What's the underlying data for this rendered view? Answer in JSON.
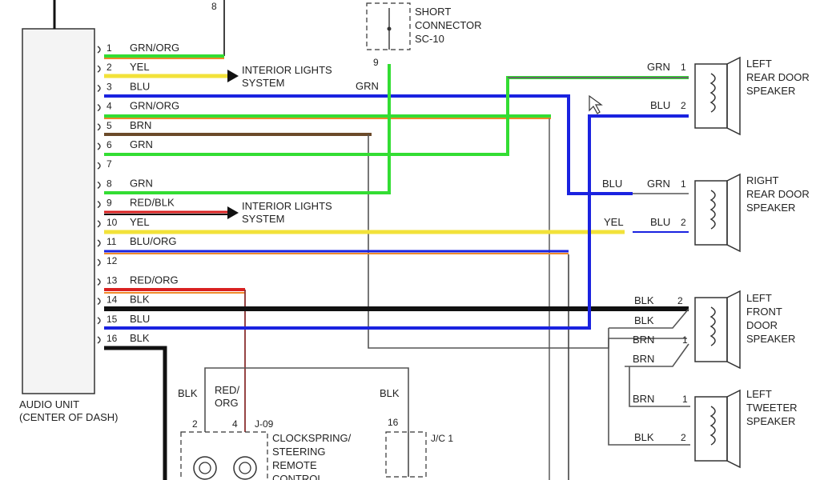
{
  "audio_unit": {
    "line1": "AUDIO UNIT",
    "line2": "(CENTER OF DASH)"
  },
  "pins": [
    {
      "num": "1",
      "label": "GRN/ORG"
    },
    {
      "num": "2",
      "label": "YEL"
    },
    {
      "num": "3",
      "label": "BLU"
    },
    {
      "num": "4",
      "label": "GRN/ORG"
    },
    {
      "num": "5",
      "label": "BRN"
    },
    {
      "num": "6",
      "label": "GRN"
    },
    {
      "num": "7",
      "label": ""
    },
    {
      "num": "8",
      "label": "GRN"
    },
    {
      "num": "9",
      "label": "RED/BLK"
    },
    {
      "num": "10",
      "label": "YEL"
    },
    {
      "num": "11",
      "label": "BLU/ORG"
    },
    {
      "num": "12",
      "label": ""
    },
    {
      "num": "13",
      "label": "RED/ORG"
    },
    {
      "num": "14",
      "label": "BLK"
    },
    {
      "num": "15",
      "label": "BLU"
    },
    {
      "num": "16",
      "label": "BLK"
    }
  ],
  "interior_lights_1": {
    "line1": "INTERIOR LIGHTS",
    "line2": "SYSTEM"
  },
  "interior_lights_2": {
    "line1": "INTERIOR LIGHTS",
    "line2": "SYSTEM"
  },
  "short_connector": {
    "line1": "SHORT",
    "line2": "CONNECTOR",
    "line3": "SC-10",
    "pin_bottom": "9",
    "pin_top_left": "8"
  },
  "grn_tag": "GRN",
  "speakers": {
    "left_rear": {
      "line1": "LEFT",
      "line2": "REAR DOOR",
      "line3": "SPEAKER",
      "wire1": "GRN",
      "pin1": "1",
      "wire2": "BLU",
      "pin2": "2"
    },
    "right_rear": {
      "line1": "RIGHT",
      "line2": "REAR DOOR",
      "line3": "SPEAKER",
      "wire1": "GRN",
      "pin1": "1",
      "wire2": "BLU",
      "pin2": "2",
      "tag_blu": "BLU",
      "tag_yel": "YEL"
    },
    "left_front": {
      "line1": "LEFT",
      "line2": "FRONT",
      "line3": "DOOR",
      "line4": "SPEAKER",
      "wire1": "BLK",
      "wire2": "BLK",
      "wire3": "BRN",
      "wire4": "BRN",
      "pin_top": "2",
      "pin_bottom": "1"
    },
    "left_tweeter": {
      "line1": "LEFT",
      "line2": "TWEETER",
      "line3": "SPEAKER",
      "wire1": "BRN",
      "pin1": "1",
      "wire2": "BLK",
      "pin2": "2"
    }
  },
  "bottom": {
    "blk_left": "BLK",
    "red_org_1": "RED/",
    "red_org_2": "ORG",
    "blk_right": "BLK",
    "pin2": "2",
    "pin4": "4",
    "j09": "J-09",
    "clockspring_1": "CLOCKSPRING/",
    "clockspring_2": "STEERING",
    "clockspring_3": "REMOTE",
    "clockspring_4": "CONTROL",
    "pin16": "16",
    "jc1": "J/C 1"
  },
  "colors": {
    "green": "#33dd33",
    "yellow": "#f2e23a",
    "blue": "#1a22e0",
    "brown": "#6b4a2a",
    "black": "#111111",
    "orange": "#f08a2a",
    "red": "#d92020",
    "gray": "#666666"
  }
}
